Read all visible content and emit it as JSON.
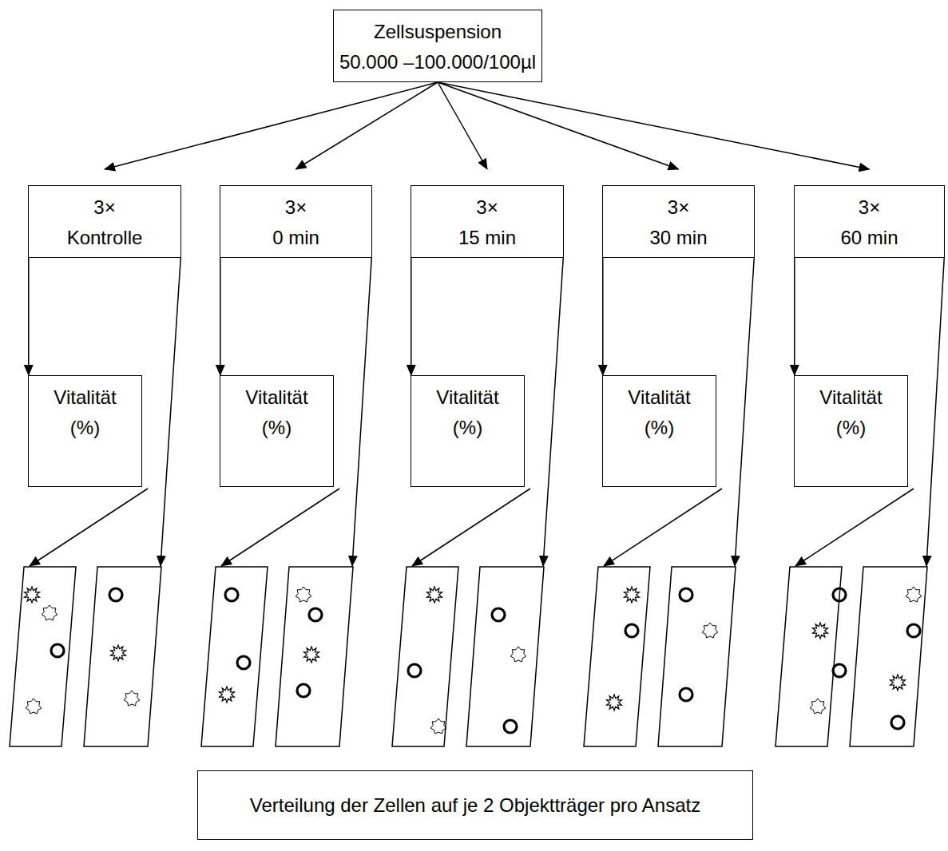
{
  "diagram": {
    "nodes": [
      {
        "text": [
          "Zellsuspension",
          "50.000 –100.000/100µl"
        ]
      },
      {
        "text": [
          "3×",
          "Kontrolle"
        ]
      },
      {
        "text": [
          "3×",
          "0 min"
        ]
      },
      {
        "text": [
          "3×",
          "15 min"
        ]
      },
      {
        "text": [
          "3×",
          "30 min"
        ]
      },
      {
        "text": [
          "3×",
          "60 min"
        ]
      },
      {
        "text": [
          "Vitalität",
          "(%)"
        ]
      },
      {
        "text": [
          "Vitalität",
          "(%)"
        ]
      },
      {
        "text": [
          "Vitalität",
          "(%)"
        ]
      },
      {
        "text": [
          "Vitalität",
          "(%)"
        ]
      },
      {
        "text": [
          "Vitalität",
          "(%)"
        ]
      },
      {
        "text": [
          "Verteilung der Zellen auf je 2 Objektträger pro Ansatz"
        ]
      }
    ],
    "edges": [
      {
        "from": 0,
        "to": 1,
        "arrow": "to"
      },
      {
        "from": 0,
        "to": 2,
        "arrow": "to"
      },
      {
        "from": 0,
        "to": 3,
        "arrow": "to"
      },
      {
        "from": 0,
        "to": 4,
        "arrow": "to"
      },
      {
        "from": 0,
        "to": 5,
        "arrow": "to"
      },
      {
        "from": 1,
        "to": 6,
        "arrow": "to"
      },
      {
        "from": 2,
        "to": 7,
        "arrow": "to"
      },
      {
        "from": 3,
        "to": 8,
        "arrow": "to"
      },
      {
        "from": 4,
        "to": 9,
        "arrow": "to"
      },
      {
        "from": 5,
        "to": 10,
        "arrow": "to"
      }
    ]
  }
}
